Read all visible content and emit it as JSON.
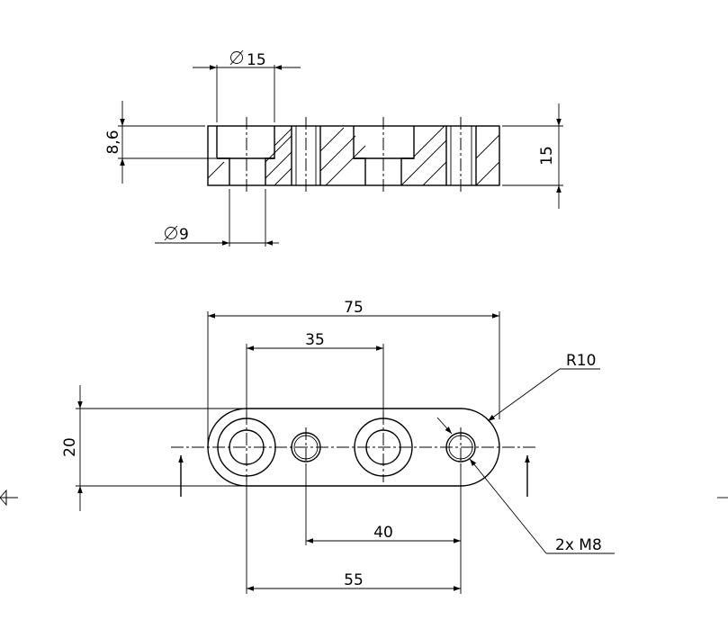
{
  "top_view": {
    "dim_counterbore_dia": "15",
    "dim_counterbore_depth": "8,6",
    "dim_thickness": "15",
    "dim_hole_dia": "9"
  },
  "plan_view": {
    "dim_overall_length": "75",
    "dim_hole_spacing": "35",
    "dim_width": "20",
    "dim_thread_spacing": "40",
    "dim_outer_spacing": "55",
    "note_radius": "R10",
    "note_threads": "2x M8"
  }
}
